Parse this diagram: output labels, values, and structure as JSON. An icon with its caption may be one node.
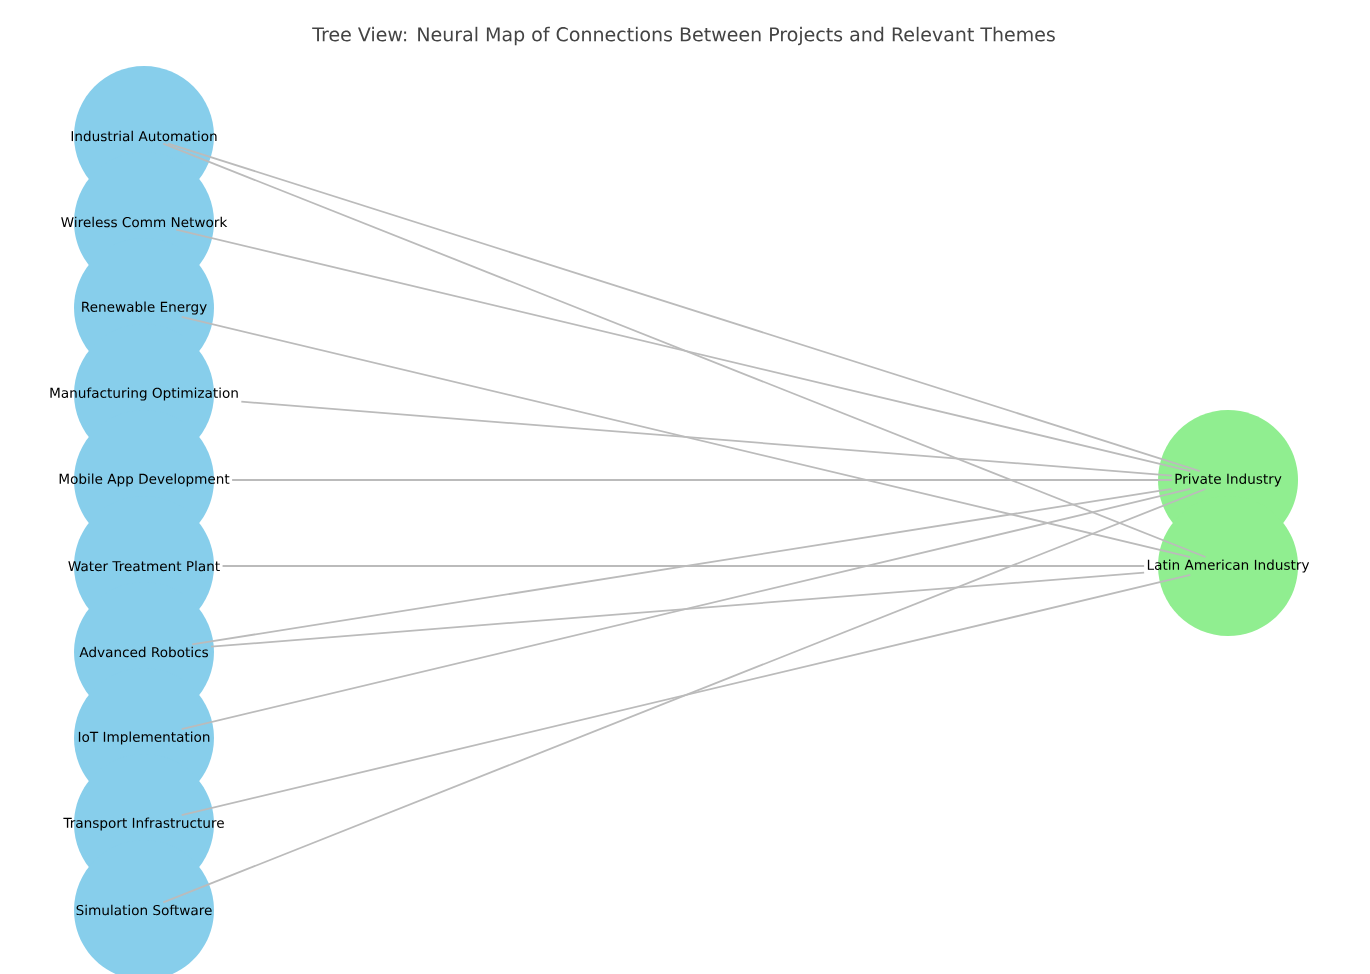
{
  "diagram": {
    "title": "Tree View: Neural Map of Connections Between Projects and Relevant Themes",
    "nodes": [
      {
        "text": [
          "Industrial Automation"
        ]
      },
      {
        "text": [
          "Wireless Comm Network"
        ]
      },
      {
        "text": [
          "Renewable Energy"
        ]
      },
      {
        "text": [
          "Manufacturing Optimization"
        ]
      },
      {
        "text": [
          "Mobile App Development"
        ]
      },
      {
        "text": [
          "Water Treatment Plant"
        ]
      },
      {
        "text": [
          "Advanced Robotics"
        ]
      },
      {
        "text": [
          "IoT Implementation"
        ]
      },
      {
        "text": [
          "Transport Infrastructure"
        ]
      },
      {
        "text": [
          "Simulation Software"
        ]
      },
      {
        "text": [
          "Private Industry"
        ]
      },
      {
        "text": [
          "Latin American Industry"
        ]
      }
    ],
    "edges": [
      {
        "from": 0,
        "to": 10,
        "arrow": "none"
      },
      {
        "from": 0,
        "to": 11,
        "arrow": "none"
      },
      {
        "from": 1,
        "to": 10,
        "arrow": "none"
      },
      {
        "from": 2,
        "to": 11,
        "arrow": "none"
      },
      {
        "from": 3,
        "to": 10,
        "arrow": "none"
      },
      {
        "from": 4,
        "to": 10,
        "arrow": "none"
      },
      {
        "from": 5,
        "to": 11,
        "arrow": "none"
      },
      {
        "from": 6,
        "to": 10,
        "arrow": "none"
      },
      {
        "from": 6,
        "to": 11,
        "arrow": "none"
      },
      {
        "from": 7,
        "to": 10,
        "arrow": "none"
      },
      {
        "from": 8,
        "to": 11,
        "arrow": "none"
      },
      {
        "from": 9,
        "to": 10,
        "arrow": "none"
      }
    ]
  }
}
